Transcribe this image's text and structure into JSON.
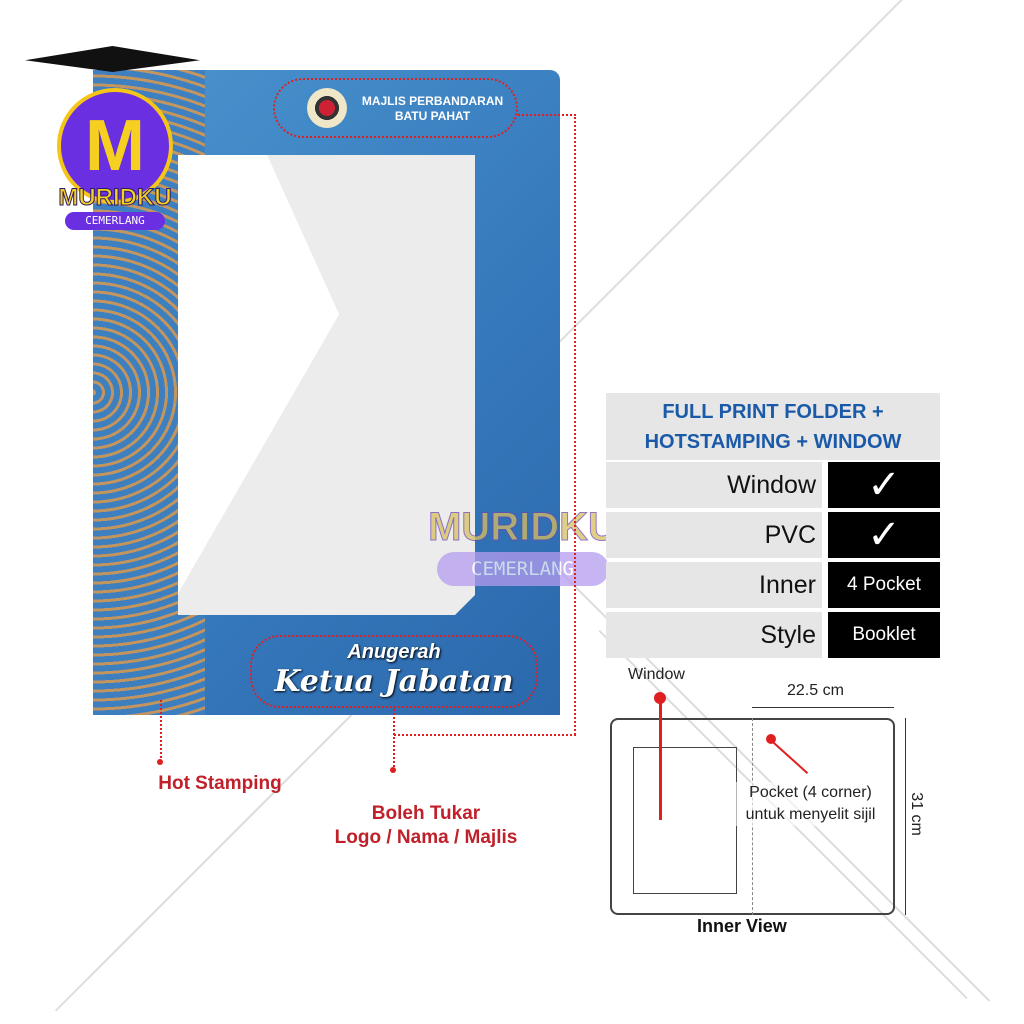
{
  "logo": {
    "brand": "MURIDKU",
    "tagline": "CEMERLANG",
    "letter": "M"
  },
  "folder": {
    "council_line1": "MAJLIS PERBANDARAN",
    "council_line2": "BATU PAHAT",
    "award_line1": "Anugerah",
    "award_line2": "Ketua Jabatan"
  },
  "watermark": {
    "brand": "MURIDKU",
    "tagline": "CEMERLANG"
  },
  "callouts": {
    "hot_stamping": "Hot Stamping",
    "customizable_line1": "Boleh Tukar",
    "customizable_line2": "Logo / Nama / Majlis"
  },
  "spec": {
    "title_line1": "FULL PRINT FOLDER +",
    "title_line2": "HOTSTAMPING + WINDOW",
    "rows": [
      {
        "label": "Window",
        "value": "✓"
      },
      {
        "label": "PVC",
        "value": "✓"
      },
      {
        "label": "Inner",
        "value": "4 Pocket"
      },
      {
        "label": "Style",
        "value": "Booklet"
      }
    ]
  },
  "inner_view": {
    "window_label": "Window",
    "width": "22.5 cm",
    "height": "31 cm",
    "pocket_line1": "Pocket (4 corner)",
    "pocket_line2": "untuk menyelit sijil",
    "caption": "Inner View"
  },
  "colors": {
    "folder_blue": "#3578bb",
    "accent_red": "#c0202a",
    "title_blue": "#1a5aa8"
  }
}
